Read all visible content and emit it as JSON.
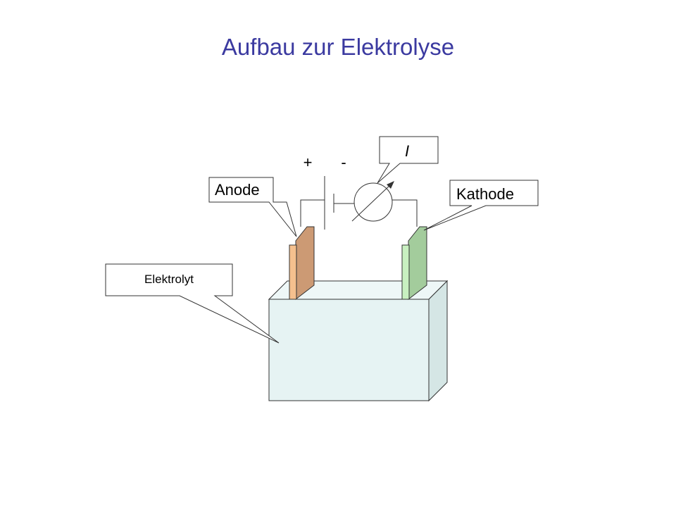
{
  "title": "Aufbau zur Elektrolyse",
  "labels": {
    "anode": "Anode",
    "kathode": "Kathode",
    "elektrolyt": "Elektrolyt",
    "current": "I",
    "plus": "+",
    "minus": "-"
  },
  "colors": {
    "title": "#3b3aa0",
    "tank_front": "#e6f3f3",
    "tank_top": "#eef7f7",
    "tank_side": "#d5e6e5",
    "anode_front": "#f5c08e",
    "anode_side": "#cc9a74",
    "kathode_front": "#c8f0c0",
    "kathode_side": "#a3cc9c"
  }
}
